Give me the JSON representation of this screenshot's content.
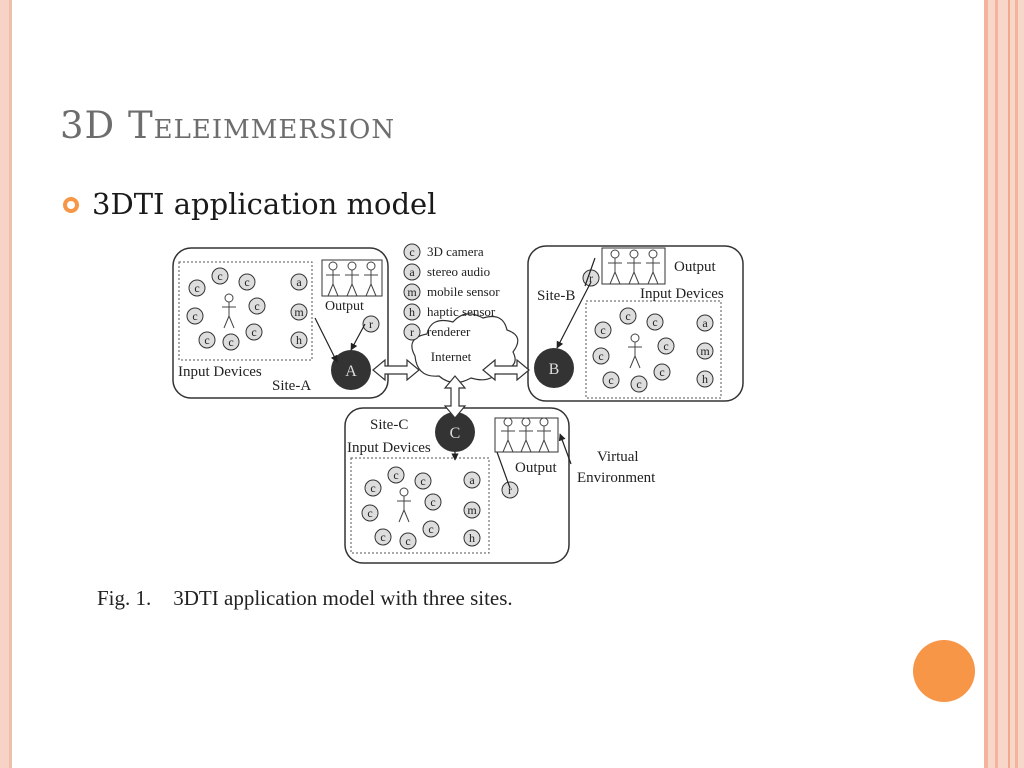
{
  "slide": {
    "title": "3D Teleimmersion",
    "bullet": "3DTI application model"
  },
  "diagram": {
    "legend": [
      {
        "symbol": "c",
        "label": "3D camera"
      },
      {
        "symbol": "a",
        "label": "stereo audio"
      },
      {
        "symbol": "m",
        "label": "mobile sensor"
      },
      {
        "symbol": "h",
        "label": "haptic sensor"
      },
      {
        "symbol": "r",
        "label": "renderer"
      }
    ],
    "internet_label": "Internet",
    "sites": [
      {
        "name": "Site-A",
        "node": "A",
        "input_label": "Input Devices",
        "output_label": "Output"
      },
      {
        "name": "Site-B",
        "node": "B",
        "input_label": "Input Devices",
        "output_label": "Output"
      },
      {
        "name": "Site-C",
        "node": "C",
        "input_label": "Input Devices",
        "output_label": "Output"
      }
    ],
    "virtual_env_line1": "Virtual",
    "virtual_env_line2": "Environment",
    "sym_camera": "c",
    "sym_audio": "a",
    "sym_mobile": "m",
    "sym_haptic": "h",
    "sym_renderer": "r"
  },
  "caption": {
    "fig": "Fig. 1.",
    "text": "3DTI application model with three sites."
  },
  "colors": {
    "accent": "#f79646",
    "title": "#6d6d6d",
    "border_light": "#f6d3c6"
  }
}
